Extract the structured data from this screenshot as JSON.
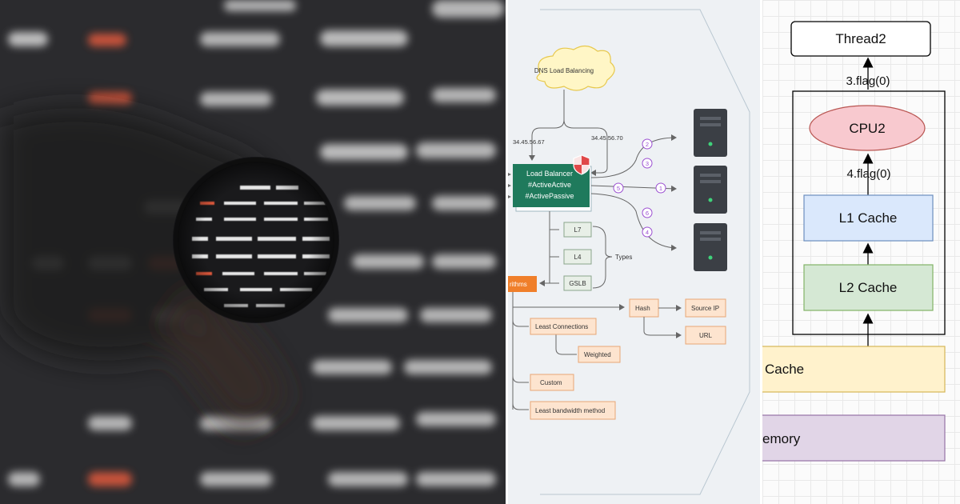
{
  "lb_diagram": {
    "dns_label": "DNS Load Balancing",
    "ip_left": "34.45.56.67",
    "ip_right": "34.45.56.70",
    "load_balancer_lines": [
      "Load Balancer",
      "#ActiveActive",
      "#ActivePassive"
    ],
    "steps": [
      "2",
      "3",
      "5",
      "1",
      "6",
      "4"
    ],
    "types": [
      "L7",
      "L4",
      "GSLB"
    ],
    "types_label": "Types",
    "algorithms_label": "rithms",
    "hash": "Hash",
    "source_ip": "Source IP",
    "url": "URL",
    "least_connections": "Least Connections",
    "weighted": "Weighted",
    "custom": "Custom",
    "least_bandwidth": "Least bandwidth method"
  },
  "cache_diagram": {
    "thread": "Thread2",
    "flag_top": "3.flag(0)",
    "cpu": "CPU2",
    "flag_mid": "4.flag(0)",
    "l1": "L1 Cache",
    "l2": "L2 Cache",
    "l3_partial": "Cache",
    "memory_partial": "emory"
  },
  "colors": {
    "lb_green": "#1f7a5c",
    "orange": "#f07f2a",
    "peach_fill": "#fde4cf",
    "peach_stroke": "#e8a676",
    "purple": "#9b4fd1",
    "cpu_fill": "#f8c9cf",
    "l1_fill": "#dae8fc",
    "l2_fill": "#d5e8d4",
    "l3_fill": "#fff2cc",
    "mem_fill": "#e1d5e7"
  }
}
